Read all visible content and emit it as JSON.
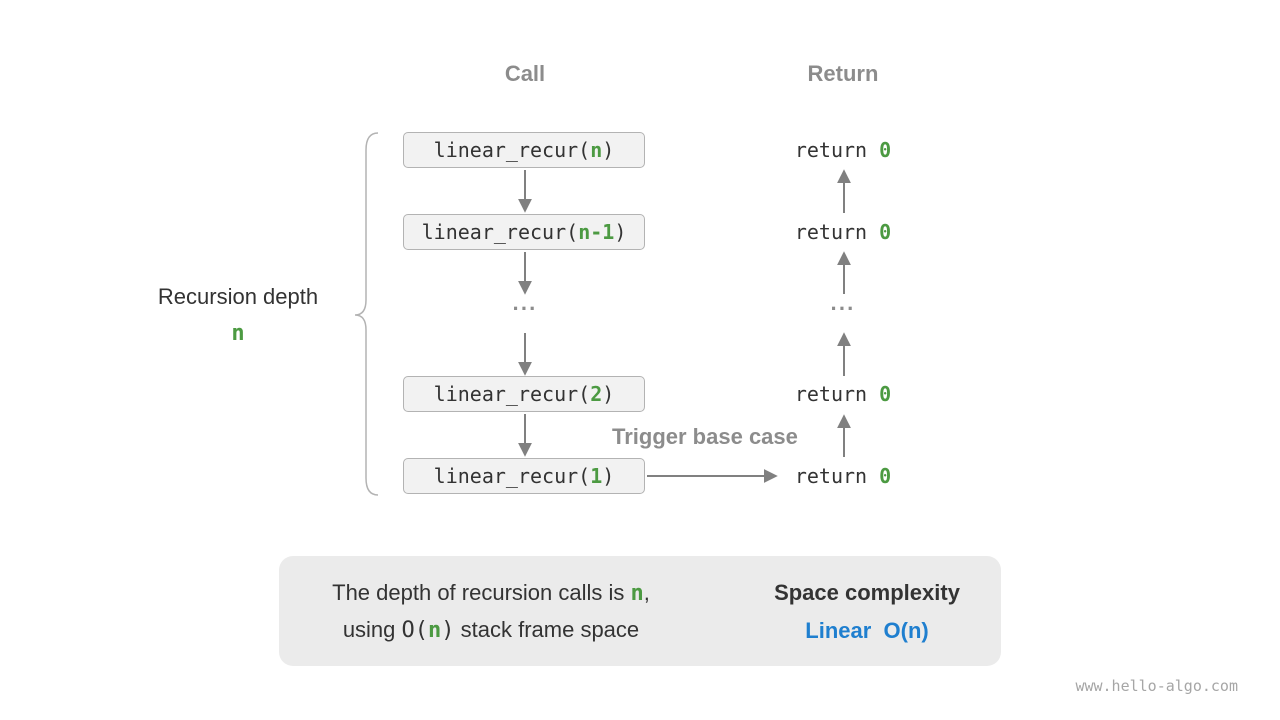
{
  "columns": {
    "call": "Call",
    "return": "Return"
  },
  "side": {
    "label": "Recursion depth",
    "depth_symbol": "n"
  },
  "calls": [
    {
      "prefix": "linear_recur(",
      "arg": "n",
      "suffix": ")"
    },
    {
      "prefix": "linear_recur(",
      "arg": "n-1",
      "suffix": ")"
    },
    {
      "prefix": "linear_recur(",
      "arg": "2",
      "suffix": ")"
    },
    {
      "prefix": "linear_recur(",
      "arg": "1",
      "suffix": ")"
    }
  ],
  "ellipsis": "···",
  "returns": [
    {
      "keyword": "return ",
      "value": "0"
    },
    {
      "keyword": "return ",
      "value": "0"
    },
    {
      "keyword": "return ",
      "value": "0"
    },
    {
      "keyword": "return ",
      "value": "0"
    }
  ],
  "trigger_label": "Trigger base case",
  "summary": {
    "line1_prefix": "The depth of recursion calls is ",
    "line1_var": "n",
    "line1_suffix": ",",
    "line2_prefix": "using ",
    "line2_o_open": "O(",
    "line2_var": "n",
    "line2_o_close": ")",
    "line2_suffix": " stack frame space",
    "result_title": "Space complexity",
    "result_value": "Linear  O(n)"
  },
  "footer": "www.hello-algo.com",
  "colors": {
    "green": "#4c9a42",
    "blue": "#1f7fcf",
    "gray": "#8c8c8c",
    "box_fill": "#f2f2f2",
    "summary_fill": "#ebebeb"
  }
}
